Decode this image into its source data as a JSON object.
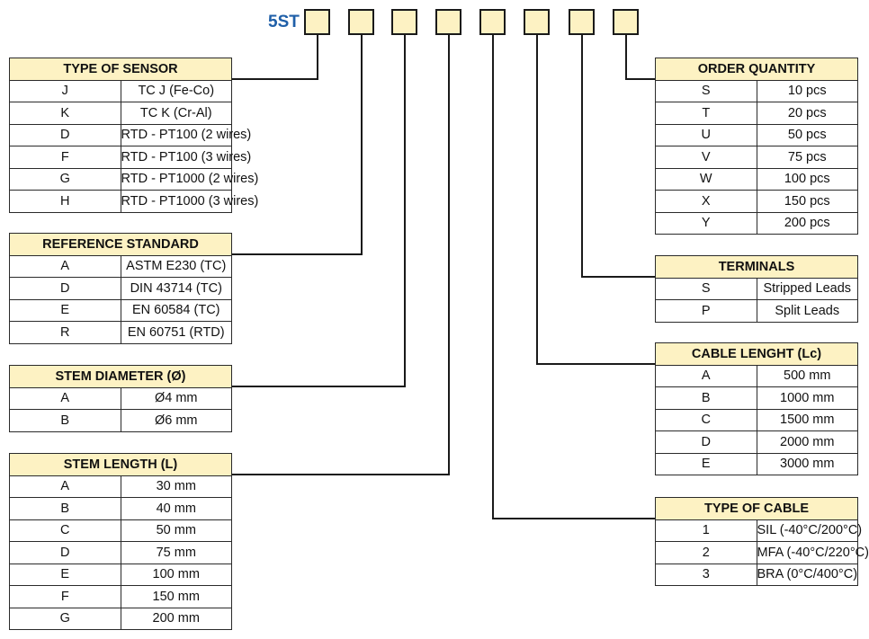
{
  "prefix": "5ST",
  "colors": {
    "prefix": "#1f5fa8",
    "header_fill": "#fdf2c3",
    "box_fill": "#fdf2c3",
    "line": "#1a1a1a"
  },
  "tables": {
    "sensor": {
      "title": "TYPE OF SENSOR",
      "rows": [
        {
          "code": "J",
          "desc": "TC J (Fe-Co)"
        },
        {
          "code": "K",
          "desc": "TC K (Cr-Al)"
        },
        {
          "code": "D",
          "desc": "RTD - PT100 (2 wires)"
        },
        {
          "code": "F",
          "desc": "RTD - PT100 (3 wires)"
        },
        {
          "code": "G",
          "desc": "RTD - PT1000 (2 wires)"
        },
        {
          "code": "H",
          "desc": "RTD - PT1000 (3 wires)"
        }
      ]
    },
    "reference": {
      "title": "REFERENCE STANDARD",
      "rows": [
        {
          "code": "A",
          "desc": "ASTM E230 (TC)"
        },
        {
          "code": "D",
          "desc": "DIN 43714 (TC)"
        },
        {
          "code": "E",
          "desc": "EN 60584 (TC)"
        },
        {
          "code": "R",
          "desc": "EN 60751 (RTD)"
        }
      ]
    },
    "diameter": {
      "title": "STEM DIAMETER (Ø)",
      "rows": [
        {
          "code": "A",
          "desc": "Ø4 mm"
        },
        {
          "code": "B",
          "desc": "Ø6 mm"
        }
      ]
    },
    "length": {
      "title": "STEM LENGTH (L)",
      "rows": [
        {
          "code": "A",
          "desc": "30 mm"
        },
        {
          "code": "B",
          "desc": "40 mm"
        },
        {
          "code": "C",
          "desc": "50 mm"
        },
        {
          "code": "D",
          "desc": "75 mm"
        },
        {
          "code": "E",
          "desc": "100 mm"
        },
        {
          "code": "F",
          "desc": "150 mm"
        },
        {
          "code": "G",
          "desc": "200 mm"
        }
      ]
    },
    "quantity": {
      "title": "ORDER QUANTITY",
      "rows": [
        {
          "code": "S",
          "desc": "10 pcs"
        },
        {
          "code": "T",
          "desc": "20 pcs"
        },
        {
          "code": "U",
          "desc": "50 pcs"
        },
        {
          "code": "V",
          "desc": "75 pcs"
        },
        {
          "code": "W",
          "desc": "100 pcs"
        },
        {
          "code": "X",
          "desc": "150 pcs"
        },
        {
          "code": "Y",
          "desc": "200 pcs"
        }
      ]
    },
    "terminals": {
      "title": "TERMINALS",
      "rows": [
        {
          "code": "S",
          "desc": "Stripped Leads"
        },
        {
          "code": "P",
          "desc": "Split Leads"
        }
      ]
    },
    "cable_length": {
      "title": "CABLE LENGHT (Lc)",
      "rows": [
        {
          "code": "A",
          "desc": "500 mm"
        },
        {
          "code": "B",
          "desc": "1000 mm"
        },
        {
          "code": "C",
          "desc": "1500 mm"
        },
        {
          "code": "D",
          "desc": "2000 mm"
        },
        {
          "code": "E",
          "desc": "3000 mm"
        }
      ]
    },
    "cable_type": {
      "title": "TYPE OF CABLE",
      "rows": [
        {
          "code": "1",
          "desc": "SIL (-40°C/200°C)"
        },
        {
          "code": "2",
          "desc": "MFA (-40°C/220°C)"
        },
        {
          "code": "3",
          "desc": "BRA (0°C/400°C)"
        }
      ]
    }
  }
}
